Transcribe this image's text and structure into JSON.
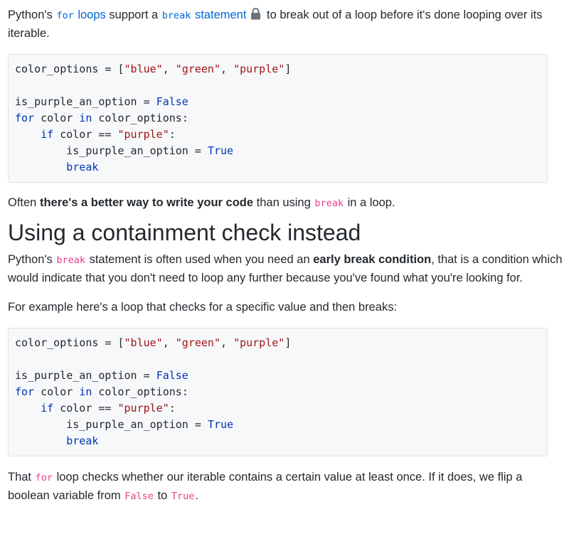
{
  "intro": {
    "t1": "Python's ",
    "link_code": "for",
    "link_text": " loops",
    "t2": " support a ",
    "break_link": "break",
    "t3": " statement",
    "lock_icon": "lock-icon",
    "t4": " to break out of a loop before it's done looping over its iterable."
  },
  "code_block_1": {
    "lines": [
      "color_options = [\"blue\", \"green\", \"purple\"]",
      "",
      "is_purple_an_option = False",
      "for color in color_options:",
      "    if color == \"purple\":",
      "        is_purple_an_option = True",
      "        break"
    ]
  },
  "often": {
    "t1": "Often ",
    "bold": "there's a better way to write your code",
    "t2": " than using ",
    "code": "break",
    "t3": " in a loop."
  },
  "heading": "Using a containment check instead",
  "para_break": {
    "t1": "Python's ",
    "code": "break",
    "t2": " statement is often used when you need an ",
    "bold": "early break condition",
    "t3": ", that is a condition which would indicate that you don't need to loop any further because you've found what you're looking for."
  },
  "para_example": "For example here's a loop that checks for a specific value and then breaks:",
  "code_block_2": {
    "lines": [
      "color_options = [\"blue\", \"green\", \"purple\"]",
      "",
      "is_purple_an_option = False",
      "for color in color_options:",
      "    if color == \"purple\":",
      "        is_purple_an_option = True",
      "        break"
    ]
  },
  "para_last": {
    "t1": "That ",
    "code1": "for",
    "t2": " loop checks whether our iterable contains a certain value at least once. If it does, we flip a boolean variable from ",
    "code2": "False",
    "t3": " to ",
    "code3": "True",
    "t4": "."
  },
  "colors": {
    "link": "#0366d6",
    "inline_code": "#e83e8c",
    "keyword": "#0033b3",
    "string": "#a31515",
    "code_bg": "#f6f8fa",
    "code_border": "#dfe2e5",
    "text": "#24292e"
  }
}
